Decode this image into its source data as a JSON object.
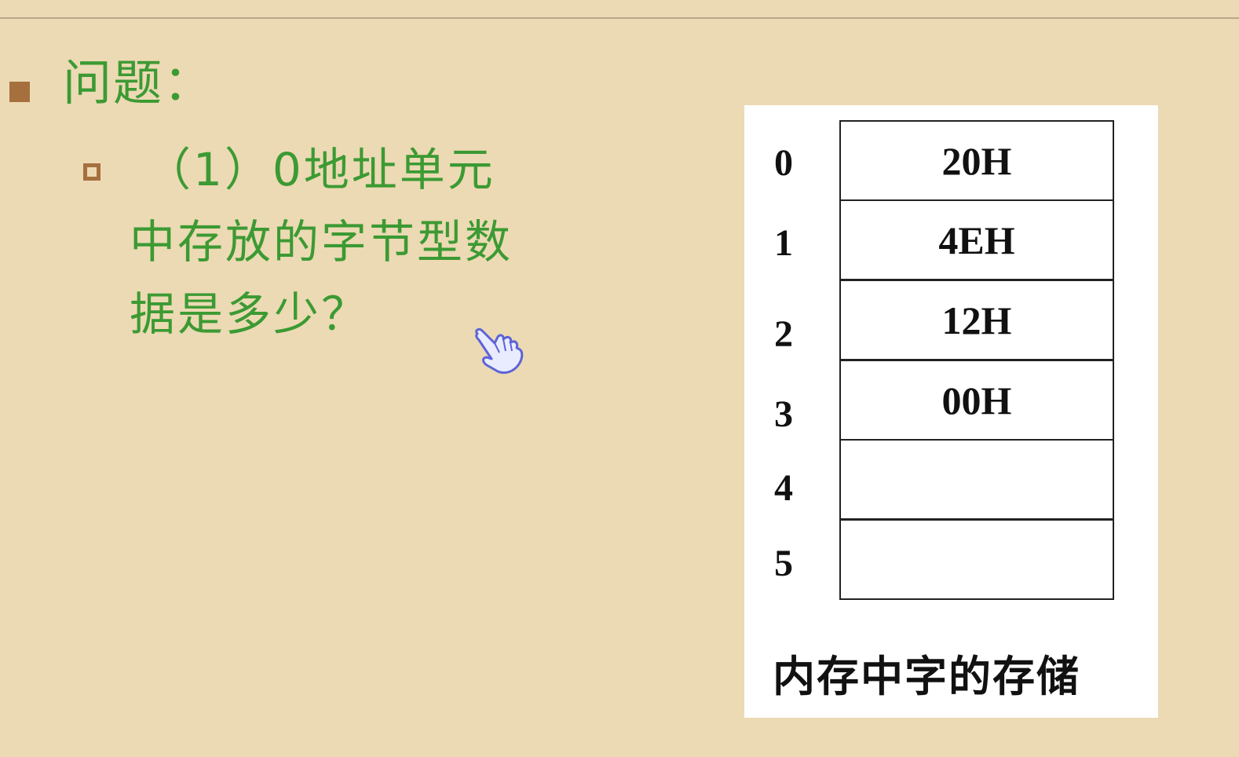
{
  "slide": {
    "heading": "问题：",
    "question_lines": [
      "（1）0地址单元",
      "中存放的字节型数",
      "据是多少？"
    ]
  },
  "memory": {
    "rows": [
      {
        "address": "0",
        "value": "20H"
      },
      {
        "address": "1",
        "value": "4EH"
      },
      {
        "address": "2",
        "value": "12H"
      },
      {
        "address": "3",
        "value": "00H"
      },
      {
        "address": "4",
        "value": ""
      },
      {
        "address": "5",
        "value": ""
      }
    ],
    "caption": "内存中字的存储"
  },
  "colors": {
    "background": "#ecdab4",
    "text_green": "#3c9a33",
    "bullet_brown": "#a5703d",
    "panel_white": "#ffffff"
  },
  "icons": {
    "cursor": "pointer-hand-icon",
    "main_bullet": "square-bullet-icon",
    "sub_bullet": "hollow-square-bullet-icon"
  }
}
